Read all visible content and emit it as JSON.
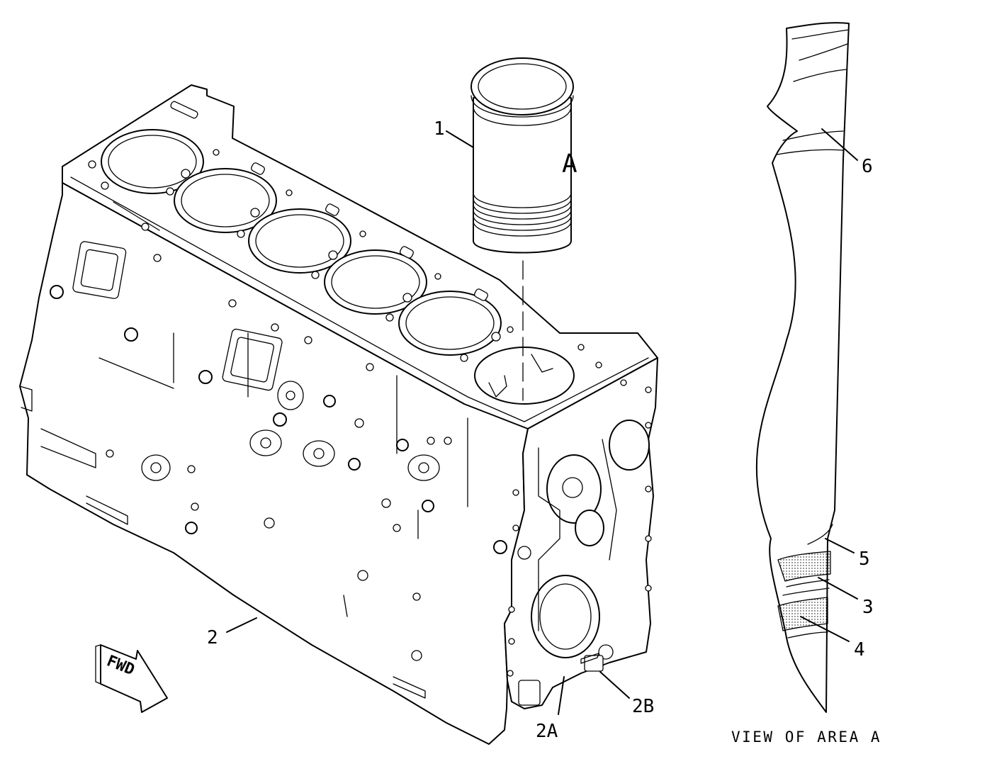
{
  "labels": {
    "item_1": "1",
    "item_2": "2",
    "item_2a": "2A",
    "item_2b": "2B",
    "item_3": "3",
    "item_4": "4",
    "item_5": "5",
    "item_6": "6",
    "area_marker": "A",
    "fwd_arrow": "FWD",
    "view_caption": "VIEW OF AREA A"
  },
  "colors": {
    "line": "#000000",
    "background": "#ffffff"
  }
}
